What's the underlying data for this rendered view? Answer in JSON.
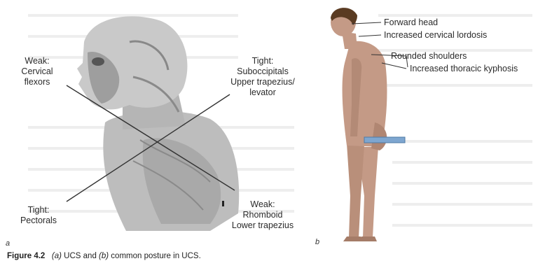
{
  "panel_a": {
    "letter": "a",
    "weak_top": {
      "line1": "Weak:",
      "line2": "Cervical",
      "line3": "flexors"
    },
    "tight_top": {
      "line1": "Tight:",
      "line2": "Suboccipitals",
      "line3": "Upper trapezius/",
      "line4": "levator"
    },
    "tight_bottom": {
      "line1": "Tight:",
      "line2": "Pectorals"
    },
    "weak_bottom": {
      "line1": "Weak:",
      "line2": "Rhomboid",
      "line3": "Lower trapezius"
    }
  },
  "panel_b": {
    "letter": "b",
    "labels": [
      "Forward head",
      "Increased cervical lordosis",
      "Rounded shoulders",
      "Increased thoracic kyphosis"
    ]
  },
  "caption": {
    "figure": "Figure 4.2",
    "part_a": "(a)",
    "text_a": " UCS and ",
    "part_b": "(b)",
    "text_b": " common posture in UCS."
  },
  "colors": {
    "skin": "#c9c9c9",
    "muscle_shadow": "#8a8a8a",
    "body_b": "#c49a86",
    "hair": "#5a3b22",
    "highlight_bar": "#7ea6d0"
  }
}
